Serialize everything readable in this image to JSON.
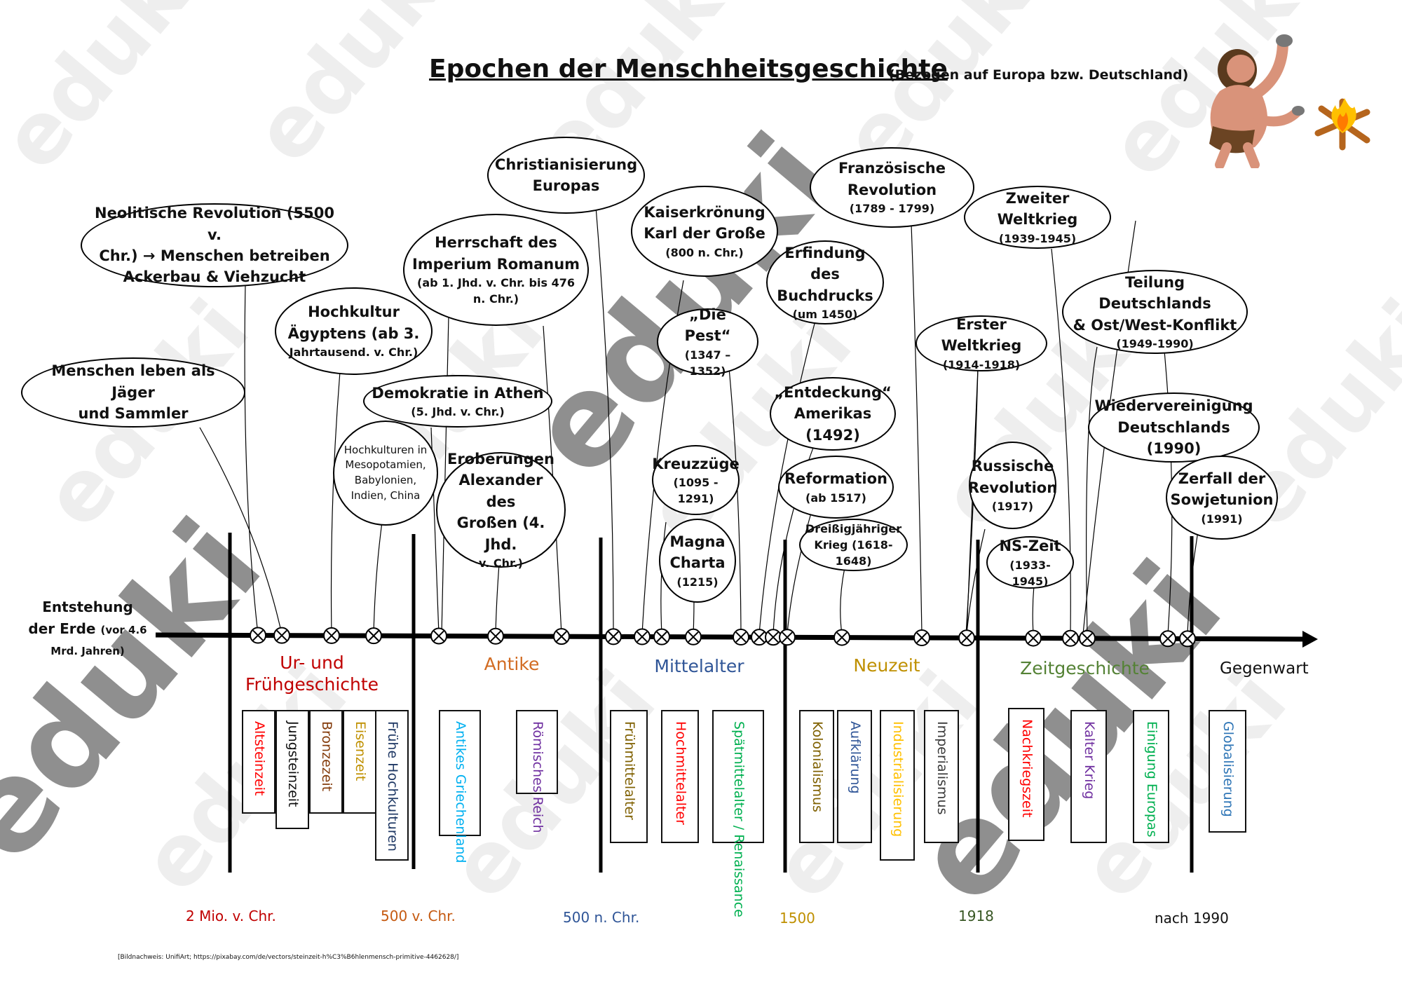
{
  "title": "Epochen der Menschheitsgeschichte",
  "subtitle": "(Bezogen auf Europa bzw. Deutschland)",
  "watermark": "eduki",
  "start_label": {
    "line1": "Entstehung",
    "line2": "der Erde",
    "note": "(vor 4.6 Mrd. Jahren)"
  },
  "end_label": "Gegenwart",
  "events": [
    {
      "id": "neolith",
      "l1": "Neolitische Revolution (5500 v.",
      "l2": "Chr.) → Menschen betreiben",
      "l3": "Ackerbau & Viehzucht"
    },
    {
      "id": "jaeger",
      "l1": "Menschen leben als Jäger",
      "l2": "und Sammler"
    },
    {
      "id": "aegypten",
      "l1": "Hochkultur",
      "l2": "Ägyptens (ab 3.",
      "l3": "Jahrtausend. v. Chr.)"
    },
    {
      "id": "meso",
      "l1": "Hochkulturen in",
      "l2": "Mesopotamien,",
      "l3": "Babylonien,",
      "l4": "Indien, China"
    },
    {
      "id": "athen",
      "l1": "Demokratie in Athen",
      "l2": "(5. Jhd. v. Chr.)"
    },
    {
      "id": "rom",
      "l1": "Herrschaft des",
      "l2": "Imperium Romanum",
      "l3": "(ab 1. Jhd. v. Chr. bis 476",
      "l4": "n. Chr.)"
    },
    {
      "id": "alexander",
      "l1": "Eroberungen",
      "l2": "Alexander des",
      "l3": "Großen (4. Jhd.",
      "l4": "v. Chr.)"
    },
    {
      "id": "christ",
      "l1": "Christianisierung",
      "l2": "Europas"
    },
    {
      "id": "karl",
      "l1": "Kaiserkrönung",
      "l2": "Karl der Große",
      "l3": "(800 n. Chr.)"
    },
    {
      "id": "pest",
      "l1": "„Die Pest“",
      "l2": "(1347 – 1352)"
    },
    {
      "id": "kreuz",
      "l1": "Kreuzzüge",
      "l2": "(1095 - 1291)"
    },
    {
      "id": "magna",
      "l1": "Magna",
      "l2": "Charta",
      "l3": "(1215)"
    },
    {
      "id": "franz",
      "l1": "Französische",
      "l2": "Revolution",
      "l3": "(1789 - 1799)"
    },
    {
      "id": "buch",
      "l1": "Erfindung des",
      "l2": "Buchdrucks",
      "l3": "(um 1450)"
    },
    {
      "id": "amerika",
      "l1": "„Entdeckung“",
      "l2": "Amerikas (1492)"
    },
    {
      "id": "reform",
      "l1": "Reformation",
      "l2": "(ab 1517)"
    },
    {
      "id": "dreissig",
      "l1": "Dreißigjähriger",
      "l2": "Krieg (1618-1648)"
    },
    {
      "id": "ww1",
      "l1": "Erster Weltkrieg",
      "l2": "(1914-1918)"
    },
    {
      "id": "ww2",
      "l1": "Zweiter Weltkrieg",
      "l2": "(1939-1945)"
    },
    {
      "id": "teilung",
      "l1": "Teilung Deutschlands",
      "l2": "& Ost/West-Konflikt",
      "l3": "(1949-1990)"
    },
    {
      "id": "russ",
      "l1": "Russische",
      "l2": "Revolution",
      "l3": "(1917)"
    },
    {
      "id": "ns",
      "l1": "NS-Zeit",
      "l2": "(1933-1945)"
    },
    {
      "id": "wieder",
      "l1": "Wiedervereinigung",
      "l2": "Deutschlands (1990)"
    },
    {
      "id": "sowjet",
      "l1": "Zerfall der",
      "l2": "Sowjetunion",
      "l3": "(1991)"
    }
  ],
  "eras": [
    {
      "id": "ur",
      "line1": "Ur- und",
      "line2": "Frühgeschichte",
      "color": "#c00000"
    },
    {
      "id": "antike",
      "line1": "Antike",
      "color": "#d26b22"
    },
    {
      "id": "mittel",
      "line1": "Mittelalter",
      "color": "#2f5597"
    },
    {
      "id": "neu",
      "line1": "Neuzeit",
      "color": "#bf9000"
    },
    {
      "id": "zeit",
      "line1": "Zeitgeschichte",
      "color": "#548235"
    }
  ],
  "subperiods": [
    {
      "label": "Altsteinzeit",
      "color": "#ff0000"
    },
    {
      "label": "Jungsteinzeit",
      "color": "#111111"
    },
    {
      "label": "Bronzezeit",
      "color": "#843c0c"
    },
    {
      "label": "Eisenzeit",
      "color": "#bf9000"
    },
    {
      "label": "Frühe Hochkulturen",
      "color": "#1f3864"
    },
    {
      "label": "Antikes Griechenland",
      "color": "#00b0f0"
    },
    {
      "label": "Römisches Reich",
      "color": "#7030a0"
    },
    {
      "label": "Frühmittelalter",
      "color": "#7f6000"
    },
    {
      "label": "Hochmittelalter",
      "color": "#ff0000"
    },
    {
      "label": "Spätmittelalter / Renaissance",
      "color": "#00b050"
    },
    {
      "label": "Kolonialismus",
      "color": "#7f6000"
    },
    {
      "label": "Aufklärung",
      "color": "#2f5597"
    },
    {
      "label": "Industrialisierung",
      "color": "#ffc000"
    },
    {
      "label": "Imperialismus",
      "color": "#3a3a3a"
    },
    {
      "label": "Nachkriegszeit",
      "color": "#ff0000"
    },
    {
      "label": "Kalter Krieg",
      "color": "#7030a0"
    },
    {
      "label": "Einigung Europas",
      "color": "#00b050"
    },
    {
      "label": "Globalisierung",
      "color": "#2e75b6"
    }
  ],
  "dates": [
    {
      "label": "2 Mio. v. Chr.",
      "color": "#c00000"
    },
    {
      "label": "500 v. Chr.",
      "color": "#c55a11"
    },
    {
      "label": "500 n. Chr.",
      "color": "#2f5597"
    },
    {
      "label": "1500",
      "color": "#bf9000"
    },
    {
      "label": "1918",
      "color": "#375623"
    },
    {
      "label": "nach 1990",
      "color": "#111111"
    }
  ],
  "credit": "[Bildnachweis: UnifiArt; https://pixabay.com/de/vectors/steinzeit-h%C3%B6hlenmensch-primitive-4462628/]",
  "image_name": "caveman-fire-illustration"
}
